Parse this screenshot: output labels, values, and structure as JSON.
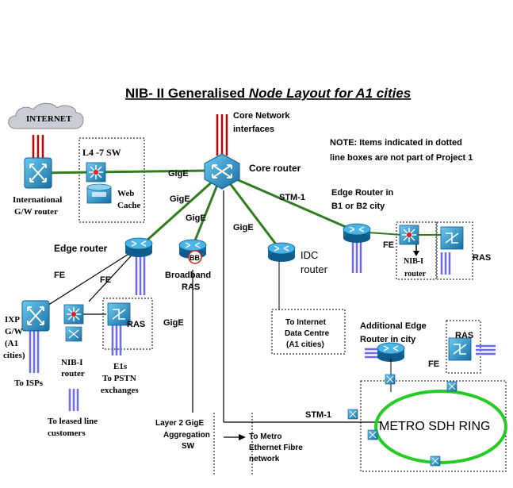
{
  "title": {
    "part1": "NIB- II Generalised ",
    "part2": "Node Layout for A1 cities"
  },
  "note": {
    "line1": "NOTE: Items indicated in dotted",
    "line2": "line boxes are not part of Project 1"
  },
  "labels": {
    "internet": "INTERNET",
    "core_net_1": "Core Network",
    "core_net_2": "interfaces",
    "core_router": "Core router",
    "l4_sw": "L4 -7 SW",
    "web_1": "Web",
    "web_2": "Cache",
    "intl_1": "International",
    "intl_2": "G/W router",
    "gige_1": "GigE",
    "gige_2": "GigE",
    "gige_3": "GigE",
    "gige_4": "GigE",
    "gige_5": "GigE",
    "stm1_top": "STM-1",
    "edge_b1_1": "Edge Router in",
    "edge_b1_2": "B1 or B2 city",
    "fe_right": "FE",
    "nib1_right_1": "NIB-I",
    "nib1_right_2": "router",
    "ras_right": "RAS",
    "edge_router": "Edge router",
    "fe_1": "FE",
    "fe_2": "FE",
    "bb": "BB",
    "bb_ras_1": "Broadband",
    "bb_ras_2": "RAS",
    "idc_1": "IDC",
    "idc_2": "router",
    "idc_note_1": "To Internet",
    "idc_note_2": "Data Centre",
    "idc_note_3": "(A1 cities)",
    "ixp_1": "IXP",
    "ixp_2": "G/W",
    "ixp_3": "(A1",
    "ixp_4": "cities)",
    "to_isps": "To ISPs",
    "nib1_left_1": "NIB-I",
    "nib1_left_2": "router",
    "ras_left": "RAS",
    "e1s_1": "E1s",
    "e1s_2": "To PSTN",
    "e1s_3": "exchanges",
    "leased_1": "To leased line",
    "leased_2": "customers",
    "l2_1": "Layer 2 GigE",
    "l2_2": "Aggregation",
    "l2_3": "SW",
    "metro_eth_1": "To Metro",
    "metro_eth_2": "Ethernet Fibre",
    "metro_eth_3": "network",
    "stm1_bottom": "STM-1",
    "add_edge_1": "Additional Edge",
    "add_edge_2": "Router in city",
    "ras_add": "RAS",
    "fe_add": "FE",
    "metro_ring": "METRO  SDH RING"
  },
  "icons": {
    "router": "router-icon",
    "switch": "switch-icon",
    "cloud": "cloud-icon",
    "atm": "atm-switch-icon",
    "sdh_node": "sdh-node-icon"
  },
  "colors": {
    "link": "#2e7d1f",
    "trunk": "#cc0000",
    "tributary": "#6b6bf0",
    "device": "#1e90c8",
    "device_dark": "#0e5f8a",
    "ring": "#22cc22",
    "cloud": "#c9cdd4"
  }
}
